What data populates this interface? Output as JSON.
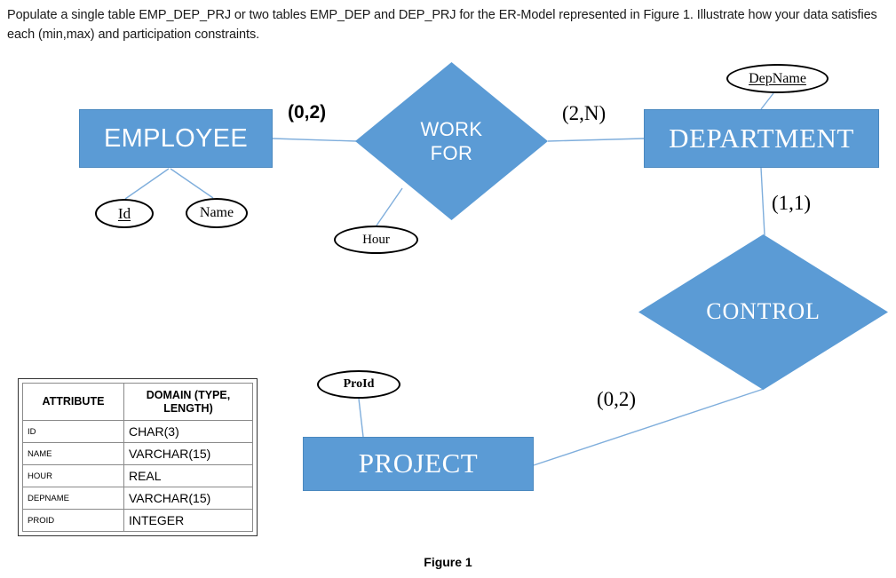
{
  "prompt": {
    "text": "Populate a single table EMP_DEP_PRJ or two tables EMP_DEP and DEP_PRJ  for the ER-Model represented in Figure 1. Illustrate how your data satisfies each (min,max) and participation constraints."
  },
  "figure": {
    "caption": "Figure 1",
    "shape_fill_color": "#5B9BD5",
    "connector_color": "#7FAEDC"
  },
  "er_model": {
    "entities": [
      {
        "id": "employee",
        "label": "EMPLOYEE"
      },
      {
        "id": "department",
        "label": "DEPARTMENT"
      },
      {
        "id": "project",
        "label": "PROJECT"
      }
    ],
    "relationships": [
      {
        "id": "workfor",
        "label": "WORK FOR",
        "line1": "WORK",
        "line2": "FOR"
      },
      {
        "id": "control",
        "label": "CONTROL"
      }
    ],
    "attributes": [
      {
        "id": "id",
        "label": "Id",
        "key": true,
        "owner": "employee"
      },
      {
        "id": "name",
        "label": "Name",
        "key": false,
        "owner": "employee"
      },
      {
        "id": "hour",
        "label": "Hour",
        "key": false,
        "owner": "workfor"
      },
      {
        "id": "depname",
        "label": "DepName",
        "key": true,
        "owner": "department"
      },
      {
        "id": "proid",
        "label": "ProId",
        "key": false,
        "owner": "project"
      }
    ],
    "cardinalities": [
      {
        "id": "emp-work",
        "label": "(0,2)",
        "between": "EMPLOYEE - WORK FOR"
      },
      {
        "id": "work-dep",
        "label": "(2,N)",
        "between": "WORK FOR - DEPARTMENT"
      },
      {
        "id": "dep-ctrl",
        "label": "(1,1)",
        "between": "DEPARTMENT - CONTROL"
      },
      {
        "id": "ctrl-prj",
        "label": "(0,2)",
        "between": "CONTROL - PROJECT"
      }
    ]
  },
  "domain_table": {
    "headers": [
      "ATTRIBUTE",
      "DOMAIN (TYPE, LENGTH)"
    ],
    "header_domain_line1": "DOMAIN (TYPE,",
    "header_domain_line2": "LENGTH)",
    "rows": [
      {
        "attribute": "ID",
        "domain": "CHAR(3)"
      },
      {
        "attribute": "NAME",
        "domain": "VARCHAR(15)"
      },
      {
        "attribute": "HOUR",
        "domain": "REAL"
      },
      {
        "attribute": "DEPNAME",
        "domain": "VARCHAR(15)"
      },
      {
        "attribute": "PROID",
        "domain": "INTEGER"
      }
    ]
  }
}
